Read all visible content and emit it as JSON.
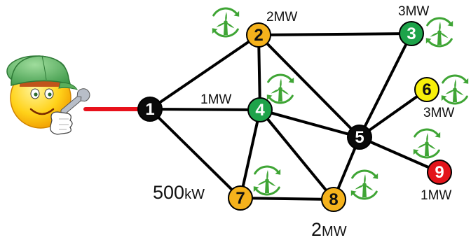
{
  "colors": {
    "edge": "#000000",
    "feeder": "#e8111b",
    "black_node": "#0a0a0a",
    "orange_node": "#f5b21c",
    "green_node": "#1ea34a",
    "yellow_node": "#f7f00a",
    "red_node": "#e3141b",
    "turbine_green": "#3fa535",
    "node_text_dark": "#111111",
    "node_text_light": "#ffffff"
  },
  "engineer": {
    "icon": "engineer-mascot-icon"
  },
  "nodes": [
    {
      "id": "1",
      "color": "black"
    },
    {
      "id": "2",
      "color": "orange"
    },
    {
      "id": "3",
      "color": "green"
    },
    {
      "id": "4",
      "color": "green"
    },
    {
      "id": "5",
      "color": "black"
    },
    {
      "id": "6",
      "color": "yellow"
    },
    {
      "id": "7",
      "color": "orange"
    },
    {
      "id": "8",
      "color": "orange"
    },
    {
      "id": "9",
      "color": "red"
    }
  ],
  "edges": [
    [
      "1",
      "2"
    ],
    [
      "1",
      "4"
    ],
    [
      "1",
      "7"
    ],
    [
      "2",
      "3"
    ],
    [
      "2",
      "4"
    ],
    [
      "2",
      "5"
    ],
    [
      "3",
      "5"
    ],
    [
      "4",
      "5"
    ],
    [
      "4",
      "7"
    ],
    [
      "4",
      "8"
    ],
    [
      "5",
      "6"
    ],
    [
      "5",
      "8"
    ],
    [
      "5",
      "9"
    ],
    [
      "7",
      "8"
    ]
  ],
  "feeder": {
    "from": "engineer",
    "to": "1"
  },
  "capacity_labels": {
    "node2": "2MW",
    "node3": "3MW",
    "node4": "1MW",
    "node6": "3MW",
    "node7": {
      "value": "500",
      "unit": "kW"
    },
    "node8": {
      "value": "2",
      "unit": "MW"
    },
    "node9": "1MW"
  },
  "turbines": [
    "node2",
    "node3",
    "node4",
    "node6",
    "node7",
    "node8",
    "node9"
  ]
}
